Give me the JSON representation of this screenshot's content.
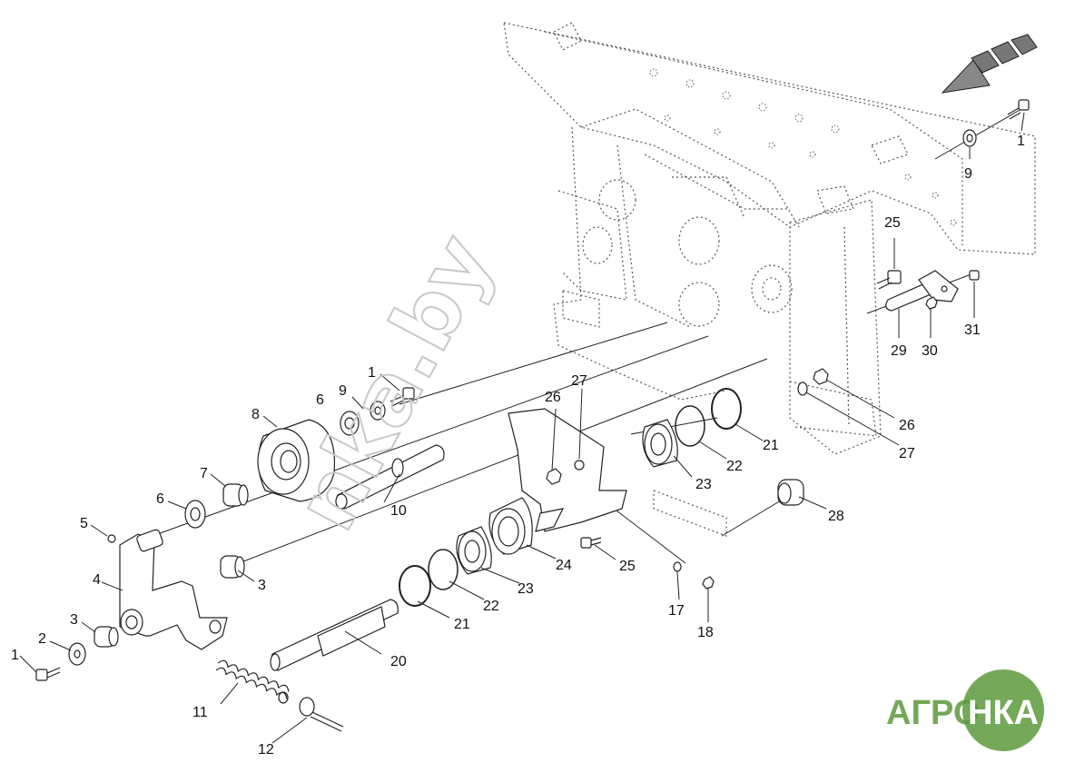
{
  "diagram": {
    "callouts": [
      "1",
      "2",
      "3",
      "4",
      "5",
      "6",
      "7",
      "8",
      "9",
      "10",
      "11",
      "12",
      "17",
      "18",
      "20",
      "21",
      "22",
      "23",
      "24",
      "25",
      "26",
      "27",
      "28",
      "29",
      "30",
      "31"
    ],
    "labels": {
      "n1a": "1",
      "n1b": "1",
      "n1c": "1",
      "n2": "2",
      "n3a": "3",
      "n3b": "3",
      "n4": "4",
      "n5": "5",
      "n6a": "6",
      "n6b": "6",
      "n7": "7",
      "n8": "8",
      "n9a": "9",
      "n9b": "9",
      "n10": "10",
      "n11": "11",
      "n12": "12",
      "n17": "17",
      "n18": "18",
      "n20": "20",
      "n21a": "21",
      "n21b": "21",
      "n22a": "22",
      "n22b": "22",
      "n23a": "23",
      "n23b": "23",
      "n24": "24",
      "n25a": "25",
      "n25b": "25",
      "n26a": "26",
      "n26b": "26",
      "n27a": "27",
      "n27b": "27",
      "n28": "28",
      "n29": "29",
      "n30": "30",
      "n31": "31"
    },
    "watermark": "nka.by",
    "logo": {
      "left": "АГРО",
      "right": "НКА"
    }
  },
  "colors": {
    "logo_green": "#5a9a3c",
    "line": "#222222",
    "ghost": "#555555",
    "watermark": "#c8c8c8"
  }
}
